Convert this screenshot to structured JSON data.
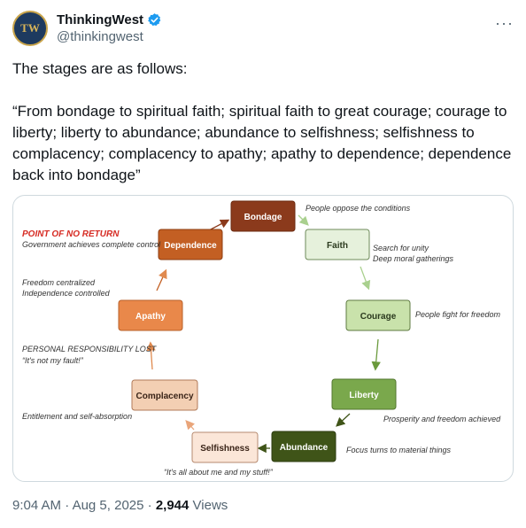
{
  "tweet": {
    "avatar_text": "TW",
    "display_name": "ThinkingWest",
    "handle": "@thinkingwest",
    "more_icon": "···",
    "paragraph1": "The stages are as follows:",
    "paragraph2": "“From bondage to spiritual faith; spiritual faith to great courage; courage to liberty; liberty to abundance; abundance to selfishness; selfishness to complacency; complacency to apathy; apathy to dependence; dependence back into bondage”",
    "time": "9:04 AM",
    "dot": " · ",
    "date": "Aug 5, 2025",
    "views_count": "2,944",
    "views_label": "Views"
  },
  "diagram": {
    "stages": {
      "bondage": "Bondage",
      "faith": "Faith",
      "courage": "Courage",
      "liberty": "Liberty",
      "abundance": "Abundance",
      "selfishness": "Selfishness",
      "complacency": "Complacency",
      "apathy": "Apathy",
      "dependence": "Dependence"
    },
    "notes": {
      "bondage": "People oppose the conditions",
      "faith_1": "Search for unity",
      "faith_2": "Deep moral gatherings",
      "courage": "People fight for freedom",
      "liberty": "Prosperity and freedom achieved",
      "abundance": "Focus turns to material things",
      "selfishness": "“It's all about me and my stuff!”",
      "complacency": "Entitlement and self-absorption",
      "apathy_1": "PERSONAL RESPONSIBILITY LOST",
      "apathy_2": "“It's not my fault!”",
      "dependence_1": "Freedom centralized",
      "dependence_2": "Independence controlled",
      "ponr_title": "POINT OF NO RETURN",
      "ponr_text": "Government achieves complete control"
    },
    "colors": {
      "bondage": "#8b3a1c",
      "faith": "#e6f1dc",
      "courage": "#c9e2ab",
      "liberty": "#7aa84c",
      "abundance": "#3f5418",
      "selfishness": "#fbe6d8",
      "complacency": "#f3cfb3",
      "apathy": "#e9884a",
      "dependence": "#c35f23",
      "ponr": "#d62b23"
    }
  }
}
